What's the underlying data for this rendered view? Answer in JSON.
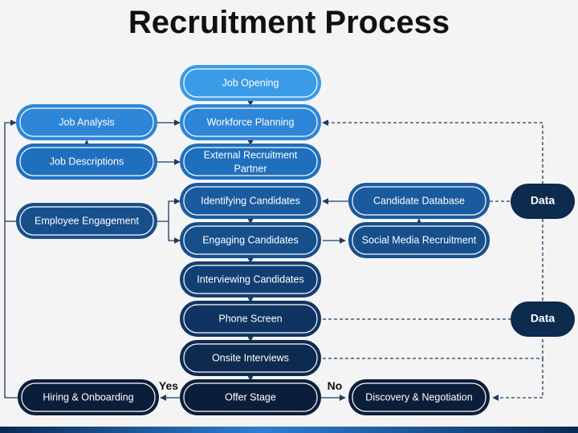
{
  "title": "Recruitment Process",
  "nodes": {
    "job_opening": "Job Opening",
    "workforce_planning": "Workforce Planning",
    "external_recruitment_partner_1": "External Recruitment",
    "external_recruitment_partner_2": "Partner",
    "identifying_candidates": "Identifying Candidates",
    "engaging_candidates": "Engaging Candidates",
    "interviewing_candidates": "Interviewing Candidates",
    "phone_screen": "Phone Screen",
    "onsite_interviews": "Onsite Interviews",
    "offer_stage": "Offer Stage",
    "job_analysis": "Job Analysis",
    "job_descriptions": "Job Descriptions",
    "employee_engagement": "Employee Engagement",
    "hiring_onboarding": "Hiring & Onboarding",
    "candidate_database": "Candidate Database",
    "social_media_recruitment": "Social Media Recruitment",
    "discovery_negotiation": "Discovery & Negotiation",
    "data_top": "Data",
    "data_bottom": "Data"
  },
  "labels": {
    "yes": "Yes",
    "no": "No"
  },
  "colors": {
    "light_blue": "#3a9be6",
    "mid_blue": "#1f6fbf",
    "blue": "#1a5a9e",
    "dark_blue": "#123f73",
    "navy": "#0d2a4f",
    "darkest": "#0a1e3a"
  }
}
